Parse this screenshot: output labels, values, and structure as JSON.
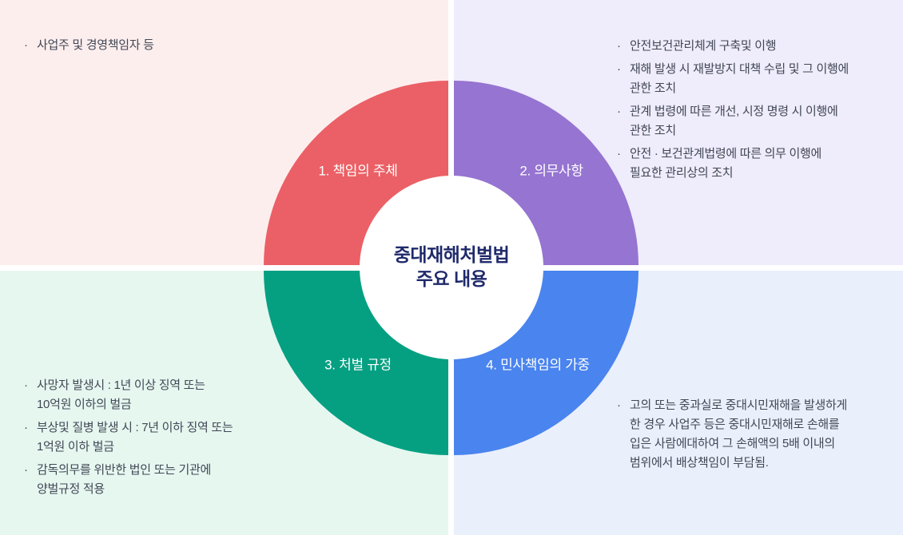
{
  "colors": {
    "title": "#1f2a6b",
    "body_text": "#414754"
  },
  "center": {
    "title": "중대재해처벌법\n주요 내용"
  },
  "quadrants": [
    {
      "label": "1. 책임의 주체",
      "segment_color": "#eb6066",
      "panel_color": "#fdeeee",
      "bullets": [
        "사업주 및 경영책임자 등"
      ]
    },
    {
      "label": "2. 의무사항",
      "segment_color": "#9674d1",
      "panel_color": "#efecfc",
      "bullets": [
        "안전보건관리체계 구축및 이행",
        "재해 발생 시 재발방지 대책 수립 및 그 이행에\n관한 조치",
        "관계 법령에 따른 개선, 시정 명령 시 이행에\n관한 조치",
        "안전 · 보건관계법령에 따른 의무 이행에\n필요한 관리상의 조치"
      ]
    },
    {
      "label": "3. 처벌 규정",
      "segment_color": "#05a082",
      "panel_color": "#e6f7f0",
      "bullets": [
        "사망자 발생시 : 1년 이상 징역 또는\n10억원 이하의 벌금",
        "부상및 질병 발생 시 : 7년 이하 징역 또는\n1억원 이하 벌금",
        "감독의무를 위반한 법인 또는 기관에\n양벌규정 적용"
      ]
    },
    {
      "label": "4. 민사책임의 가중",
      "segment_color": "#4a84ee",
      "panel_color": "#eaeffc",
      "bullets": [
        "고의 또는 중과실로 중대시민재해을 발생하게\n한 경우 사업주 등은 중대시민재해로 손해를\n입은 사람에대하여 그 손해액의 5배 이내의\n범위에서 배상책임이 부담됨."
      ]
    }
  ]
}
